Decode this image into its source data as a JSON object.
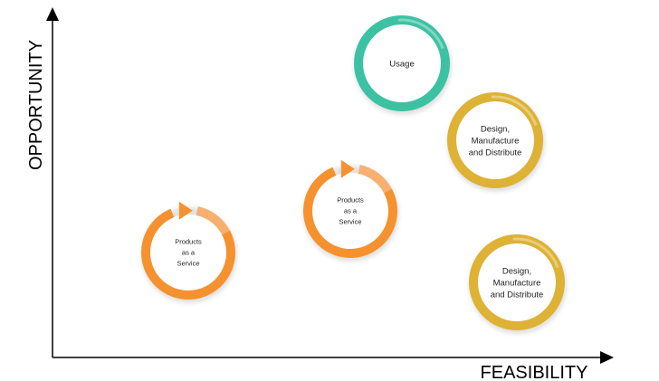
{
  "axes": {
    "y_label": "OPPORTUNITY",
    "x_label": "FEASIBILITY"
  },
  "palette": {
    "teal": "#3CC2A2",
    "orange": "#F5922F",
    "gold": "#DDB235",
    "ring_shadow": "#DADADA",
    "axis": "#000000"
  },
  "nodes": [
    {
      "id": "usage",
      "style": "teal",
      "arrow": false,
      "lines": [
        "Usage"
      ]
    },
    {
      "id": "design-manufacture-distribute-upper",
      "style": "gold",
      "arrow": false,
      "lines": [
        "Design,",
        "Manufacture",
        "and Distribute"
      ]
    },
    {
      "id": "products-as-a-service-center",
      "style": "orange",
      "arrow": true,
      "lines": [
        "Products",
        "as a",
        "Service"
      ]
    },
    {
      "id": "products-as-a-service-left",
      "style": "orange",
      "arrow": true,
      "lines": [
        "Products",
        "as a",
        "Service"
      ]
    },
    {
      "id": "design-manufacture-distribute-lower",
      "style": "gold",
      "arrow": false,
      "lines": [
        "Design,",
        "Manufacture",
        "and Distribute"
      ]
    }
  ]
}
